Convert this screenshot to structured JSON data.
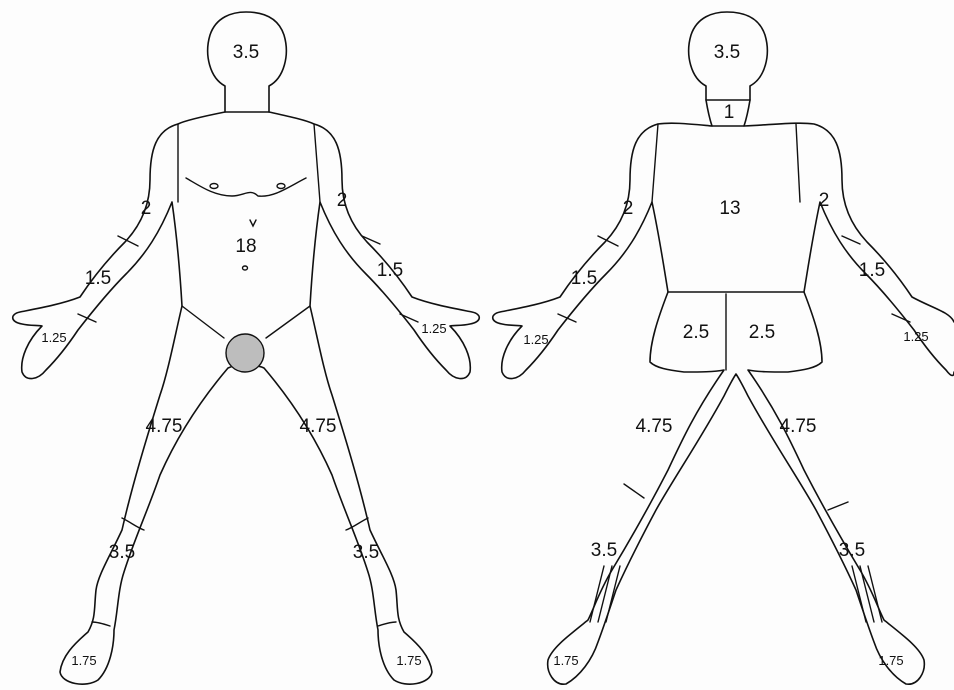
{
  "front": {
    "head": "3.5",
    "trunk": "18",
    "upper_arm_left": "2",
    "upper_arm_right": "2",
    "forearm_left": "1.5",
    "forearm_right": "1.5",
    "hand_left": "1.25",
    "hand_right": "1.25",
    "thigh_left": "4.75",
    "thigh_right": "4.75",
    "leg_left": "3.5",
    "leg_right": "3.5",
    "foot_left": "1.75",
    "foot_right": "1.75"
  },
  "back": {
    "head": "3.5",
    "neck": "1",
    "trunk": "13",
    "buttock_left": "2.5",
    "buttock_right": "2.5",
    "upper_arm_left": "2",
    "upper_arm_right": "2",
    "forearm_left": "1.5",
    "forearm_right": "1.5",
    "hand_left": "1.25",
    "hand_right": "1.25",
    "thigh_left": "4.75",
    "thigh_right": "4.75",
    "leg_left": "3.5",
    "leg_right": "3.5",
    "foot_left": "1.75",
    "foot_right": "1.75"
  },
  "colors": {
    "outline": "#111111",
    "genital_fill": "#bdbdbd"
  }
}
